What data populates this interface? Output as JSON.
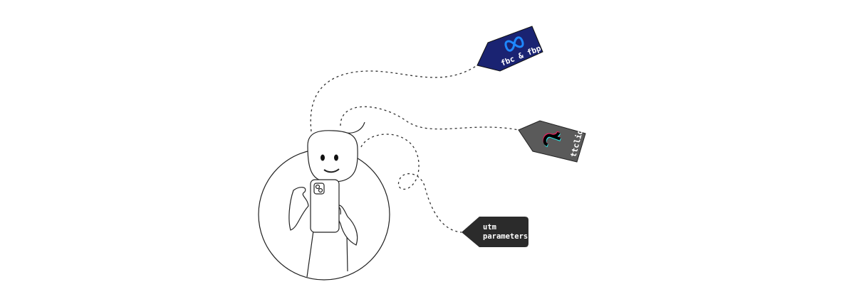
{
  "tags": {
    "meta": {
      "label": "fbc & fbp",
      "color": "#1a2372",
      "icon": "meta-logo-icon"
    },
    "tiktok": {
      "label": "ttclid",
      "color": "#5a5a5a",
      "icon": "tiktok-logo-icon"
    },
    "utm": {
      "line1": "utm",
      "line2": "parameters",
      "color": "#2b2b2b"
    }
  }
}
